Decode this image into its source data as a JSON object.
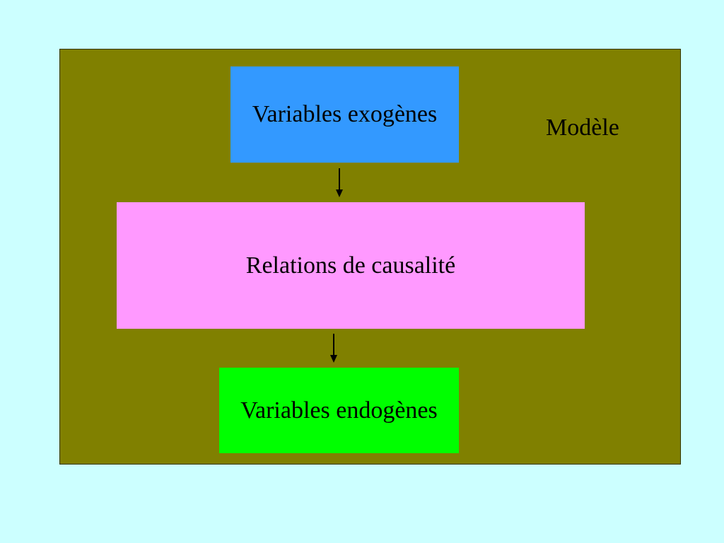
{
  "diagram": {
    "frame_label": "Modèle",
    "nodes": {
      "exogenous": {
        "label": "Variables exogènes",
        "color": "#3399ff"
      },
      "causality": {
        "label": "Relations de causalité",
        "color": "#ff99ff"
      },
      "endogenous": {
        "label": "Variables endogènes",
        "color": "#00ff00"
      }
    },
    "edges": [
      {
        "from": "exogenous",
        "to": "causality"
      },
      {
        "from": "causality",
        "to": "endogenous"
      }
    ],
    "colors": {
      "background": "#ccffff",
      "frame": "#808000"
    }
  }
}
